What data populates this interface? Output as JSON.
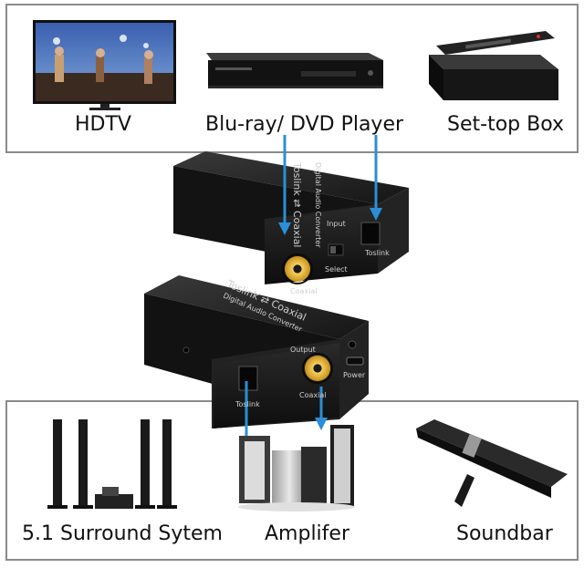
{
  "sources": {
    "hdtv_label": "HDTV",
    "bluray_label": "Blu-ray/ DVD Player",
    "settop_label": "Set-top Box"
  },
  "outputs": {
    "surround_label": "5.1 Surround Sytem",
    "amplifier_label": "Amplifer",
    "soundbar_label": "Soundbar"
  },
  "converter_input": {
    "title": "Toslink ⇄ Coaxial",
    "subtitle": "Digital Audio Converter",
    "section_label": "Input",
    "coaxial_label": "Coaxial",
    "select_label": "Select",
    "toslink_label": "Toslink"
  },
  "converter_output": {
    "title": "Toslink ⇄ Coaxial",
    "subtitle": "Digital Audio Converter",
    "section_label": "Output",
    "toslink_label": "Toslink",
    "coaxial_label": "Coaxial",
    "power_label": "Power"
  },
  "colors": {
    "arrow": "#2a8fd6",
    "device": "#1b1b1b",
    "rca_gold": "#e8b020",
    "frame_border": "#8a8a8a"
  }
}
